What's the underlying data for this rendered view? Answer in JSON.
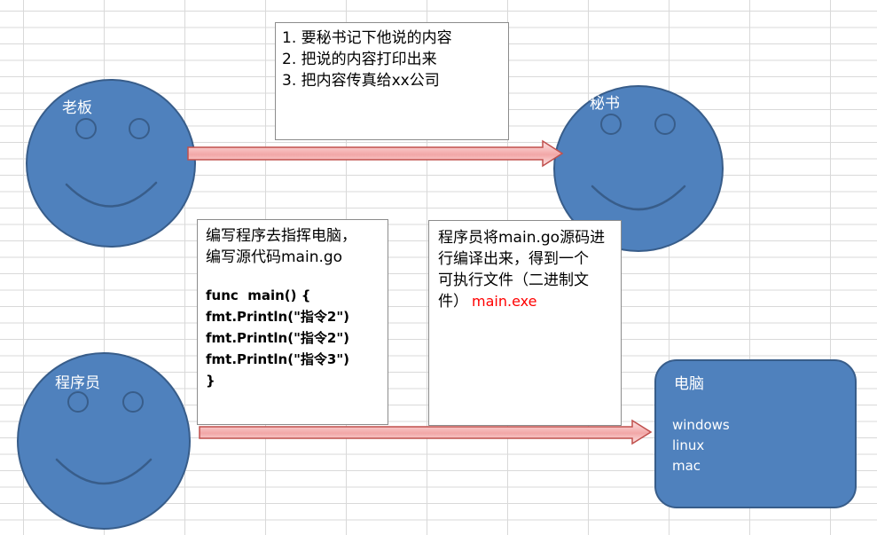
{
  "colors": {
    "grid": "#d9d9d9",
    "shape_fill": "#4f81bd",
    "shape_border": "#385d8a",
    "arrow_light": "#fde4e4",
    "arrow_fill": "#f2a7a7",
    "arrow_border": "#c0504d",
    "note_border": "#8c8c8c",
    "highlight": "#ff0000",
    "light_text": "#ffffff"
  },
  "faces": {
    "boss": {
      "label": "老板"
    },
    "secretary": {
      "label": "秘书"
    },
    "programmer": {
      "label": "程序员"
    }
  },
  "notes": {
    "boss_instructions": {
      "lines": [
        "1. 要秘书记下他说的内容",
        "2. 把说的内容打印出来",
        "3. 把内容传真给xx公司"
      ]
    },
    "programmer_task": {
      "intro": [
        "编写程序去指挥电脑，",
        "编写源代码main.go"
      ],
      "code": [
        "func  main() {",
        "fmt.Println(\"指令2\")",
        "fmt.Println(\"指令2\")",
        "fmt.Println(\"指令3\")",
        "}"
      ]
    },
    "compile_step": {
      "lines": [
        "程序员将main.go源码进",
        "行编译出来，得到一个",
        "可执行文件（二进制文",
        "件）"
      ],
      "output_file": "main.exe"
    }
  },
  "computer": {
    "title": "电脑",
    "platforms": [
      "windows",
      "linux",
      "mac"
    ]
  }
}
